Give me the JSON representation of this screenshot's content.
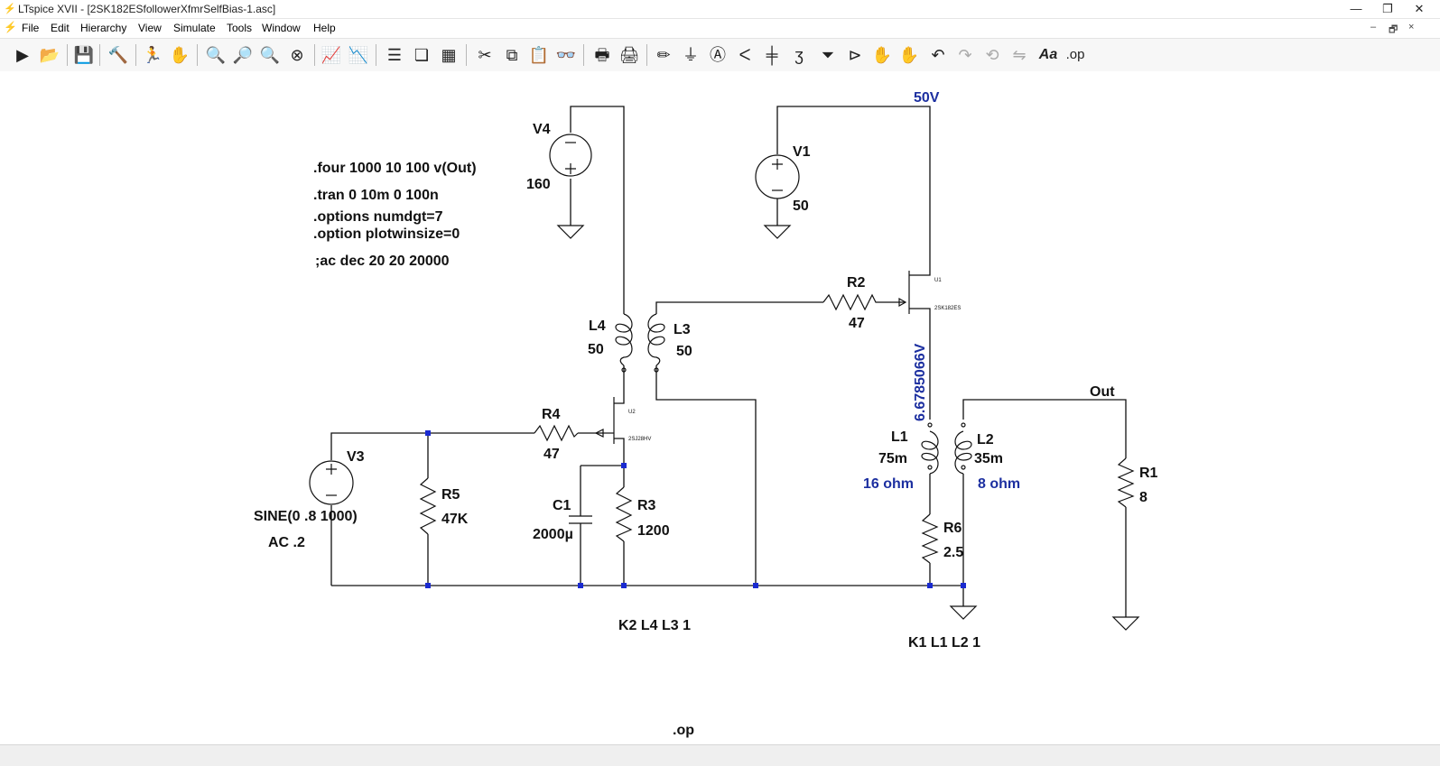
{
  "window": {
    "title": "LTspice XVII - [2SK182ESfollowerXfmrSelfBias-1.asc]",
    "controls": [
      "—",
      "❐",
      "✕"
    ]
  },
  "menu": {
    "items": [
      "File",
      "Edit",
      "Hierarchy",
      "View",
      "Simulate",
      "Tools",
      "Window",
      "Help"
    ],
    "mdi_controls": [
      "–",
      "🗗",
      "×"
    ]
  },
  "toolbar": {
    "op_label": ".op",
    "text_label": "Aa"
  },
  "schematic": {
    "directives": [
      ".four 1000 10 100 v(Out)",
      ".tran 0 10m 0 100n",
      ".options numdgt=7",
      ".option plotwinsize=0",
      ";ac dec 20 20 20000",
      "K2 L4 L3 1",
      "K1 L1 L2 1",
      ".op"
    ],
    "components": {
      "V4": {
        "name": "V4",
        "value": "160"
      },
      "V1": {
        "name": "V1",
        "value": "50"
      },
      "V3": {
        "name": "V3",
        "value": "SINE(0 .8 1000)",
        "extra": "AC .2"
      },
      "R1": {
        "name": "R1",
        "value": "8"
      },
      "R2": {
        "name": "R2",
        "value": "47"
      },
      "R3": {
        "name": "R3",
        "value": "1200"
      },
      "R4": {
        "name": "R4",
        "value": "47"
      },
      "R5": {
        "name": "R5",
        "value": "47K"
      },
      "R6": {
        "name": "R6",
        "value": "2.5"
      },
      "C1": {
        "name": "C1",
        "value": "2000µ"
      },
      "L1": {
        "name": "L1",
        "value": "75m",
        "note": "16 ohm"
      },
      "L2": {
        "name": "L2",
        "value": "35m",
        "note": "8 ohm"
      },
      "L3": {
        "name": "L3",
        "value": "50"
      },
      "L4": {
        "name": "L4",
        "value": "50"
      },
      "U1": {
        "name": "U1",
        "model": "2SK182ES"
      },
      "U2": {
        "name": "U2",
        "model": "2SJ28HV"
      }
    },
    "net_labels": {
      "out": "Out",
      "v50": "50V",
      "source_voltage": "6.6785066V"
    }
  },
  "colors": {
    "wire": "#111111",
    "junction": "#1a2ad0",
    "annotation": "#1c2fa0"
  }
}
